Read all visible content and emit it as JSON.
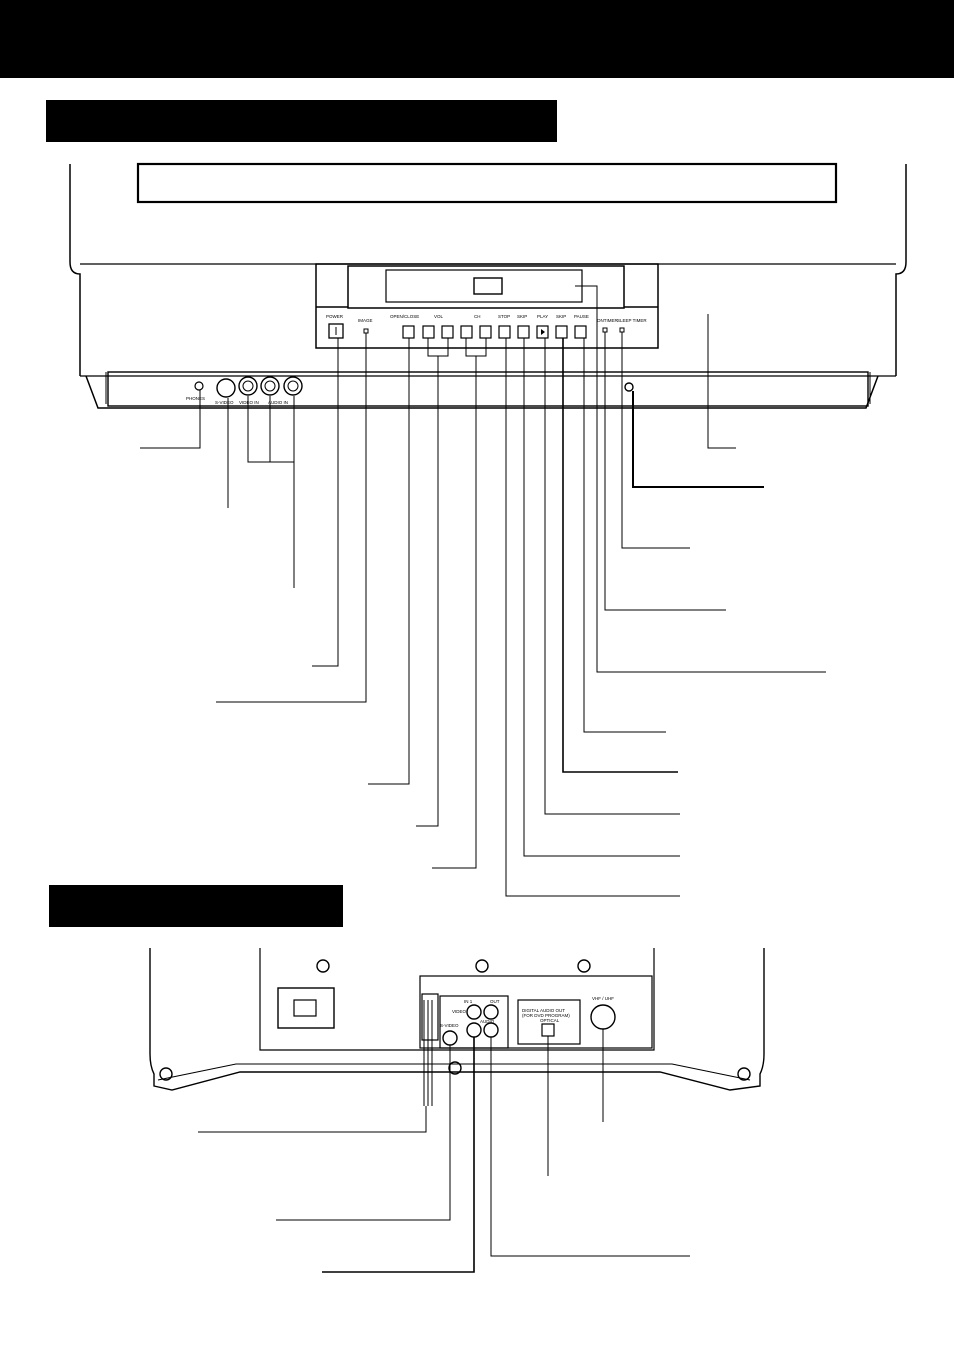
{
  "front_panel": {
    "button_labels": {
      "power": "POWER",
      "image": "IMAGE",
      "open_close": "OPEN/CLOSE",
      "vol": "VOL",
      "ch": "CH",
      "stop": "STOP",
      "skip_back": "SKIP",
      "play": "PLAY",
      "skip_fwd": "SKIP",
      "pause": "PAUSE"
    },
    "indicator_labels": {
      "ontimer": "ONTIMER",
      "sleeptimer": "SLEEP TIMER"
    },
    "jack_labels": {
      "phones": "PHONES",
      "svideo": "S-VIDEO",
      "video_in": "VIDEO IN",
      "audio_in": "AUDIO IN"
    }
  },
  "rear_panel": {
    "labels": {
      "in1": "IN 1",
      "out": "OUT",
      "video": "VIDEO",
      "svideo": "S-VIDEO",
      "audio": "AUDIO",
      "digital_audio_out": "DIGITAL AUDIO OUT",
      "for_dvd": "(FOR DVD PROGRAM)",
      "optical": "OPTICAL",
      "vhf_uhf": "VHF / UHF"
    }
  },
  "colors": {
    "ink": "#000000",
    "paper": "#ffffff"
  }
}
